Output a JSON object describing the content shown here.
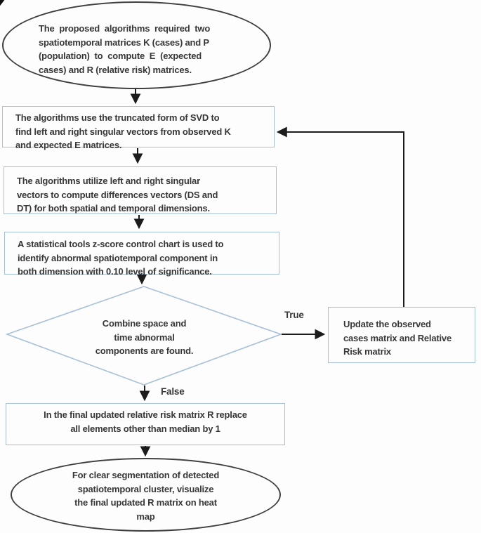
{
  "flowchart": {
    "labels": {
      "true": "True",
      "false": "False"
    },
    "nodes": {
      "start": {
        "type": "terminator",
        "text": [
          "The  proposed  algorithms  required  two",
          "spatiotemporal matrices K (cases) and P",
          "(population)  to  compute  E  (expected",
          "cases) and R (relative risk) matrices."
        ]
      },
      "svd": {
        "type": "process",
        "text": [
          "The algorithms use the truncated form of SVD to",
          "find left and right singular vectors from observed K",
          "and expected E matrices."
        ]
      },
      "vectors": {
        "type": "process",
        "text": [
          "The algorithms utilize left and right singular",
          "vectors to compute differences vectors (DS and",
          "DT) for both spatial and temporal dimensions."
        ]
      },
      "zscore": {
        "type": "process",
        "text": [
          "A statistical tools z-score control chart is used to",
          "identify abnormal spatiotemporal component in",
          "both dimension with 0.10 level of significance."
        ]
      },
      "decision": {
        "type": "decision",
        "text": [
          "Combine space and",
          "time abnormal",
          "components are found."
        ]
      },
      "update": {
        "type": "process",
        "text": [
          "Update the observed",
          "cases matrix and Relative",
          "Risk matrix"
        ]
      },
      "replace": {
        "type": "process",
        "text": [
          "In the final updated relative risk matrix R replace",
          "all elements other than median by 1"
        ]
      },
      "end": {
        "type": "terminator",
        "text": [
          "For clear segmentation of detected",
          "spatiotemporal cluster, visualize",
          "the final updated R matrix on heat",
          "map"
        ]
      }
    },
    "colors": {
      "process_border": "#a6c0d8",
      "terminator_border": "#3f3f3f",
      "connector": "#1c1c1c",
      "text": "#373737"
    }
  }
}
